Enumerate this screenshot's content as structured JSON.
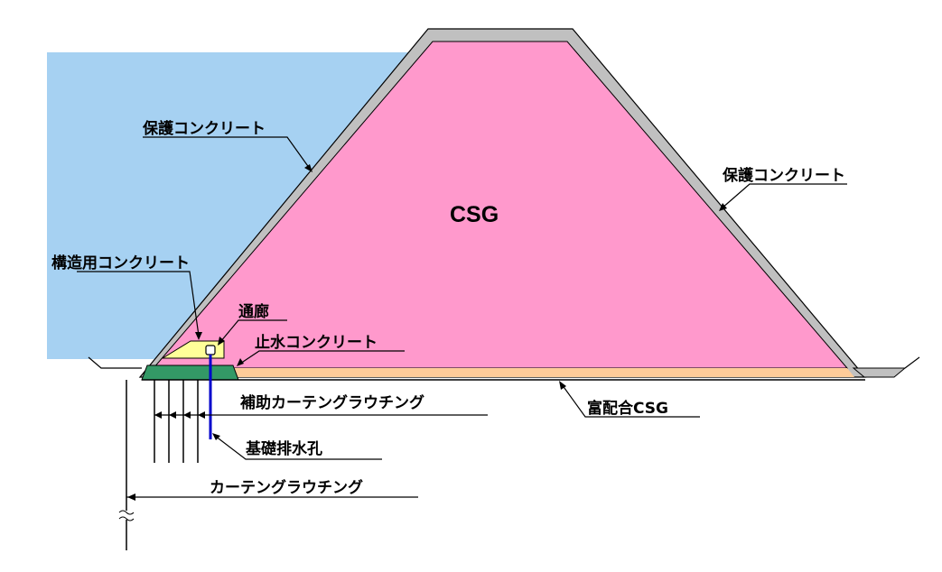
{
  "labels": {
    "csg": "CSG",
    "upstream_protection": "保護コンクリート",
    "downstream_protection": "保護コンクリート",
    "structural_concrete": "構造用コンクリート",
    "gallery": "通廊",
    "cutoff_concrete": "止水コンクリート",
    "rich_mix_csg": "富配合CSG",
    "auxiliary_curtain_grouting": "補助カーテングラウチング",
    "foundation_drain_hole": "基礎排水孔",
    "curtain_grouting": "カーテングラウチング"
  },
  "colors": {
    "reservoir_water": "#A6D1F2",
    "csg_body": "#FF99CC",
    "protection_concrete": "#C0C0C0",
    "rich_mix_csg": "#FFCC99",
    "cutoff_concrete": "#339966",
    "structural_concrete": "#FFFF99",
    "drain_hole": "#0000CC",
    "ground": "#C0C0C0"
  }
}
